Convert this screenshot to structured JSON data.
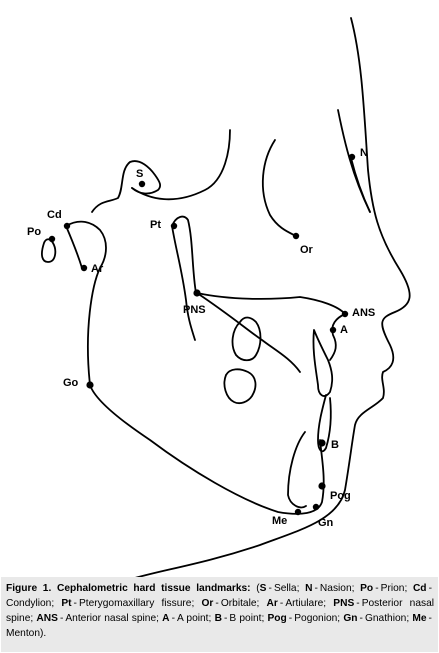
{
  "landmarks": [
    {
      "id": "S",
      "label": "S"
    },
    {
      "id": "N",
      "label": "N"
    },
    {
      "id": "Po",
      "label": "Po"
    },
    {
      "id": "Cd",
      "label": "Cd"
    },
    {
      "id": "Ar",
      "label": "Ar"
    },
    {
      "id": "Pt",
      "label": "Pt"
    },
    {
      "id": "Or",
      "label": "Or"
    },
    {
      "id": "PNS",
      "label": "PNS"
    },
    {
      "id": "ANS",
      "label": "ANS"
    },
    {
      "id": "A",
      "label": "A"
    },
    {
      "id": "Go",
      "label": "Go"
    },
    {
      "id": "B",
      "label": "B"
    },
    {
      "id": "Pog",
      "label": "Pog"
    },
    {
      "id": "Me",
      "label": "Me"
    },
    {
      "id": "Gn",
      "label": "Gn"
    }
  ],
  "caption": {
    "figure_label": "Figure 1.",
    "title": "Cephalometric hard tissue landmarks:",
    "open": "(",
    "items": [
      {
        "abbr": "S",
        "desc": "Sella"
      },
      {
        "abbr": "N",
        "desc": "Nasion"
      },
      {
        "abbr": "Po",
        "desc": "Prion"
      },
      {
        "abbr": "Cd",
        "desc": "Condylion"
      },
      {
        "abbr": "Pt",
        "desc": "Pterygomaxillary fissure"
      },
      {
        "abbr": "Or",
        "desc": "Orbitale"
      },
      {
        "abbr": "Ar",
        "desc": "Artiulare"
      },
      {
        "abbr": "PNS",
        "desc": "Posterior nasal spine"
      },
      {
        "abbr": "ANS",
        "desc": "Anterior nasal spine"
      },
      {
        "abbr": "A",
        "desc": "A point"
      },
      {
        "abbr": "B",
        "desc": "B point"
      },
      {
        "abbr": "Pog",
        "desc": "Pogonion"
      },
      {
        "abbr": "Gn",
        "desc": "Gnathion"
      },
      {
        "abbr": "Me",
        "desc": "Menton"
      }
    ],
    "close": ")."
  }
}
